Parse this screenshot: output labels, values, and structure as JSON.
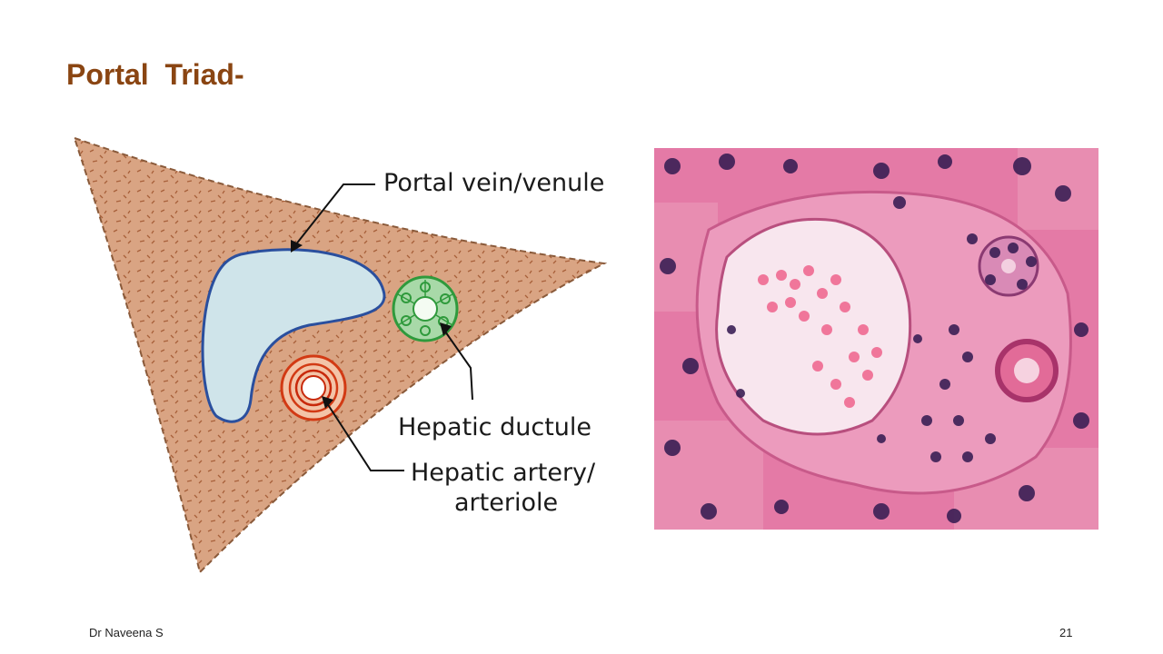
{
  "slide": {
    "title": "Portal  Triad-",
    "author": "Dr Naveena S",
    "page_number": "21"
  },
  "diagram": {
    "labels": {
      "portal_vein": "Portal vein/venule",
      "hepatic_ductule": "Hepatic ductule",
      "hepatic_artery_line1": "Hepatic artery/",
      "hepatic_artery_line2": "arteriole"
    }
  },
  "colors": {
    "title": "#8a4512",
    "connective_tissue": "#d9a483",
    "portal_vein_fill": "#cfe4ea",
    "portal_vein_outline": "#2a4f9e",
    "ductule_green": "#2f9a3c",
    "artery_red": "#d23a14",
    "micrograph_pink": "#e47aa6",
    "nuclei": "#3b1f55"
  }
}
